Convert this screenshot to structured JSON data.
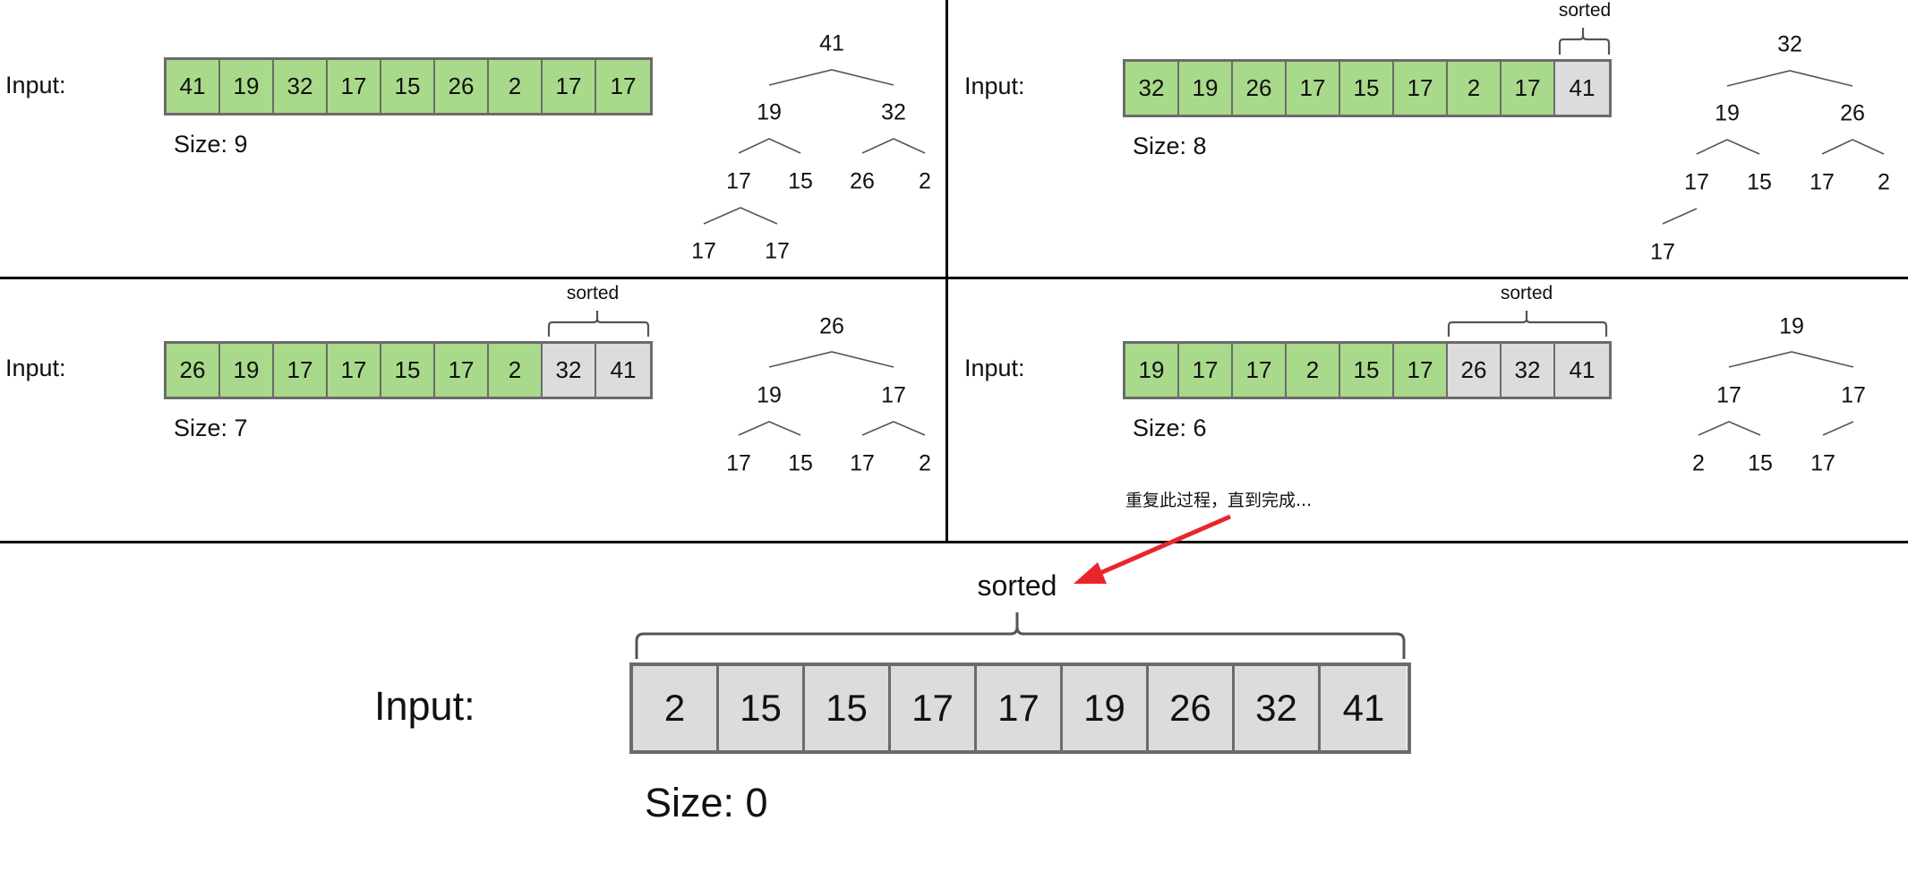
{
  "panels": [
    {
      "input_label": "Input:",
      "cells": [
        {
          "v": "41",
          "state": "green"
        },
        {
          "v": "19",
          "state": "green"
        },
        {
          "v": "32",
          "state": "green"
        },
        {
          "v": "17",
          "state": "green"
        },
        {
          "v": "15",
          "state": "green"
        },
        {
          "v": "26",
          "state": "green"
        },
        {
          "v": "2",
          "state": "green"
        },
        {
          "v": "17",
          "state": "green"
        },
        {
          "v": "17",
          "state": "green"
        }
      ],
      "size_label": "Size: 9",
      "sorted_label": "",
      "tree": [
        "41",
        "19",
        "32",
        "17",
        "15",
        "26",
        "2",
        "17",
        "17"
      ]
    },
    {
      "input_label": "Input:",
      "cells": [
        {
          "v": "32",
          "state": "green"
        },
        {
          "v": "19",
          "state": "green"
        },
        {
          "v": "26",
          "state": "green"
        },
        {
          "v": "17",
          "state": "green"
        },
        {
          "v": "15",
          "state": "green"
        },
        {
          "v": "17",
          "state": "green"
        },
        {
          "v": "2",
          "state": "green"
        },
        {
          "v": "17",
          "state": "green"
        },
        {
          "v": "41",
          "state": "sorted"
        }
      ],
      "size_label": "Size: 8",
      "sorted_label": "sorted",
      "tree": [
        "32",
        "19",
        "26",
        "17",
        "15",
        "17",
        "2",
        "17"
      ]
    },
    {
      "input_label": "Input:",
      "cells": [
        {
          "v": "26",
          "state": "green"
        },
        {
          "v": "19",
          "state": "green"
        },
        {
          "v": "17",
          "state": "green"
        },
        {
          "v": "17",
          "state": "green"
        },
        {
          "v": "15",
          "state": "green"
        },
        {
          "v": "17",
          "state": "green"
        },
        {
          "v": "2",
          "state": "green"
        },
        {
          "v": "32",
          "state": "sorted"
        },
        {
          "v": "41",
          "state": "sorted"
        }
      ],
      "size_label": "Size: 7",
      "sorted_label": "sorted",
      "tree": [
        "26",
        "19",
        "17",
        "17",
        "15",
        "17",
        "2"
      ]
    },
    {
      "input_label": "Input:",
      "cells": [
        {
          "v": "19",
          "state": "green"
        },
        {
          "v": "17",
          "state": "green"
        },
        {
          "v": "17",
          "state": "green"
        },
        {
          "v": "2",
          "state": "green"
        },
        {
          "v": "15",
          "state": "green"
        },
        {
          "v": "17",
          "state": "green"
        },
        {
          "v": "26",
          "state": "sorted"
        },
        {
          "v": "32",
          "state": "sorted"
        },
        {
          "v": "41",
          "state": "sorted"
        }
      ],
      "size_label": "Size: 6",
      "sorted_label": "sorted",
      "tree": [
        "19",
        "17",
        "17",
        "2",
        "15",
        "17"
      ]
    }
  ],
  "annotation": {
    "text": "重复此过程，直到完成...",
    "arrow_color": "#e8262c"
  },
  "final": {
    "input_label": "Input:",
    "sorted_label": "sorted",
    "cells": [
      "2",
      "15",
      "15",
      "17",
      "17",
      "19",
      "26",
      "32",
      "41"
    ],
    "size_label": "Size: 0"
  },
  "colors": {
    "unsorted_cell": "#a9d98a",
    "sorted_cell": "#dcdcdc",
    "cell_border": "#6b6b6b",
    "divider": "#000000"
  }
}
